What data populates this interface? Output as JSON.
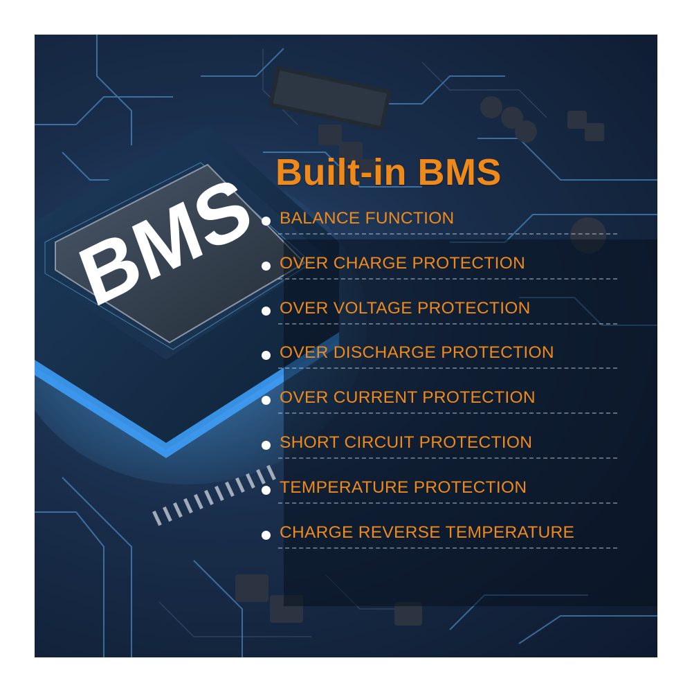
{
  "chip": {
    "label": "BMS"
  },
  "heading": {
    "title": "Built-in BMS"
  },
  "features": [
    {
      "label": "BALANCE FUNCTION"
    },
    {
      "label": "OVER CHARGE PROTECTION"
    },
    {
      "label": "OVER VOLTAGE PROTECTION"
    },
    {
      "label": "OVER DISCHARGE PROTECTION"
    },
    {
      "label": "OVER CURRENT PROTECTION"
    },
    {
      "label": "SHORT CIRCUIT PROTECTION"
    },
    {
      "label": "TEMPERATURE PROTECTION"
    },
    {
      "label": "CHARGE REVERSE TEMPERATURE"
    }
  ],
  "colors": {
    "accent": "#ef8a1a",
    "background": "#1a2f4d",
    "glow": "#4fb8ff"
  }
}
